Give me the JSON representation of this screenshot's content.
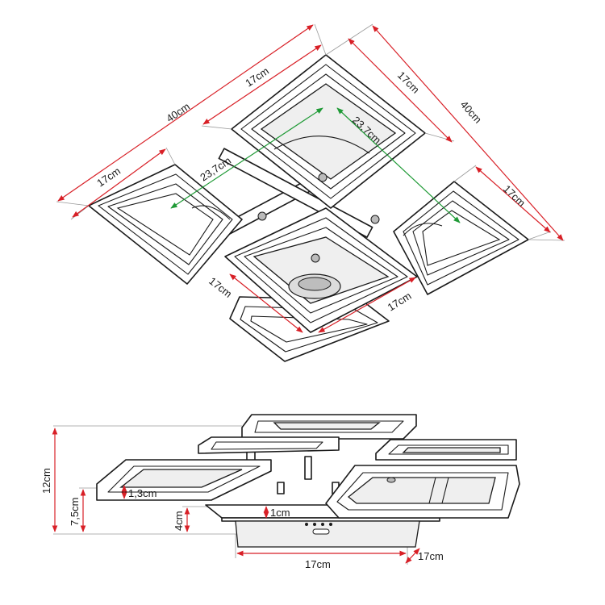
{
  "top_view": {
    "width_overall": "40cm",
    "depth_overall": "40cm",
    "square_top_left_edge": "17cm",
    "square_top_right_edge": "17cm",
    "square_left_edge": "17cm",
    "square_right_edge": "17cm",
    "square_front_left_edge": "17cm",
    "square_front_right_edge": "17cm",
    "diagonal_left": "23,7cm",
    "diagonal_right": "23,7cm"
  },
  "side_view": {
    "total_height": "12cm",
    "arm_height": "7,5cm",
    "base_height": "4cm",
    "ring_thickness": "1,3cm",
    "plate_thickness": "1cm",
    "base_width": "17cm",
    "base_depth": "17cm"
  },
  "colors": {
    "dimension_line": "#d81f26",
    "diagonal_line": "#1f9a36",
    "outline": "#1a1a1a"
  }
}
